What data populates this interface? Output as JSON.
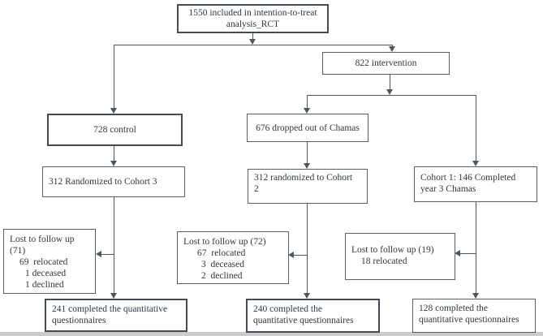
{
  "boxes": {
    "itt": {
      "lines": [
        "1550 included in intention-to-treat",
        "analysis_RCT"
      ]
    },
    "intervention": {
      "lines": [
        "822 intervention"
      ]
    },
    "control": {
      "lines": [
        "728 control"
      ]
    },
    "dropout": {
      "lines": [
        "676 dropped out of Chamas"
      ]
    },
    "cohort3": {
      "lines": [
        "312 Randomized to Cohort 3"
      ]
    },
    "cohort2": {
      "lines": [
        "312 randomized to Cohort",
        "2"
      ]
    },
    "cohort1": {
      "lines": [
        "Cohort 1: 146 Completed",
        "year 3 Chamas"
      ]
    },
    "lost71": {
      "lines": [
        "Lost to follow up",
        "(71)",
        "69  relocated",
        "1 deceased",
        "1 declined"
      ]
    },
    "lost72": {
      "lines": [
        "Lost to follow up (72)",
        "67  relocated",
        "3  deceased",
        "2  declined"
      ]
    },
    "lost19": {
      "lines": [
        "Lost to follow up (19)",
        "18 relocated"
      ]
    },
    "q241": {
      "lines": [
        "241 completed the quantitative",
        "questionnaires"
      ]
    },
    "q240": {
      "lines": [
        "240 completed the",
        "quantitative questionnaires"
      ]
    },
    "q128": {
      "lines": [
        "128 completed the",
        "quantitative questionnaires"
      ]
    }
  },
  "colors": {
    "background": "#ffffff",
    "box_border": "#55606b",
    "connector_line": "#4d5761",
    "text": "#2f3740",
    "bottom_strip": "#cbcbcb"
  }
}
